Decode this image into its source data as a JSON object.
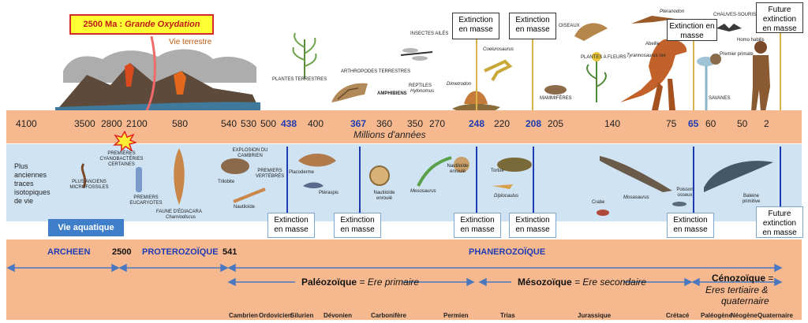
{
  "header": {
    "grande_oxydation_prefix": "2500 Ma : ",
    "grande_oxydation_italic": "Grande Oxydation",
    "vie_terrestre": "Vie terrestre"
  },
  "timeline": {
    "ages": [
      "4100",
      "3500",
      "2800",
      "2100",
      "580",
      "540",
      "530",
      "500",
      "438",
      "400",
      "367",
      "360",
      "350",
      "270",
      "248",
      "220",
      "208",
      "205",
      "140",
      "75",
      "65",
      "60",
      "50",
      "2"
    ],
    "highlighted": [
      "438",
      "367",
      "248",
      "208",
      "65"
    ],
    "unit_label": "Millions d'années"
  },
  "top_extinctions": [
    "Extinction en masse",
    "Extinction en masse",
    "Extinction en masse"
  ],
  "future_extinction_top": "Future extinction en masse",
  "bottom_extinctions": [
    "Extinction en masse",
    "Extinction en masse",
    "Extinction en masse",
    "Extinction en masse",
    "Extinction en masse"
  ],
  "future_extinction_bottom": "Future extinction en masse",
  "aquatic": {
    "oldest_traces": "Plus anciennes traces isotopiques de vie",
    "vie_aquatique": "Vie aquatique"
  },
  "terrestrial_labels": {
    "plantes_terrestres": "PLANTES TERRESTRES",
    "arthropodes": "ARTHROPODES TERRESTRES",
    "amphibiens": "AMPHIBIENS",
    "insectes": "INSECTES AILÉS",
    "reptiles": "REPTILES",
    "hylonomus": "Hylonomus",
    "dimetrodon": "Dimetrodon",
    "coelurosaurus": "Coelurosaurus",
    "mammiferes": "MAMMIFÈRES",
    "oiseaux": "OISEAUX",
    "pteranodon": "Pteranodon",
    "plantes_fleurs": "PLANTES A FLEURS",
    "tyrannosaurus": "Tyrannosaurus rex",
    "abeille": "Abeille",
    "chauves_souris": "CHAUVES-SOURIS",
    "homo": "Homo habilis",
    "primate": "Premier primate",
    "savanes": "SAVANES"
  },
  "aquatic_labels": {
    "microfossiles": "PLUS ANCIENS MICROFOSSILES",
    "cyanobacteries": "PREMIÈRES CYANOBACTÉRIES CERTAINES",
    "eucaryotes": "PREMIERS EUCARYOTES",
    "ediacara": "FAUNE D'ÉDIACARA",
    "charniodiscus": "Charniodiscus",
    "explosion": "EXPLOSION DU CAMBRIEN",
    "vertebres": "PREMIERS VERTÉBRÉS",
    "trilobite": "Trilobite",
    "nautiloide1": "Nautiloïde",
    "placoderme": "Placoderme",
    "pteraspis": "Ptéraspis",
    "nautiloide2": "Nautiloïde enroulé",
    "mesosaurus": "Mesosaurus",
    "nautiloide3": "Nautiloïde enroulé",
    "tortue": "Tortue",
    "diplocaulus": "Diplocaulus",
    "crabe": "Crabe",
    "mosasaure": "Mosasaurus",
    "poisson": "Poisson osseux",
    "baleine": "Baleine primitive"
  },
  "eons": {
    "archeen": "ARCHEEN",
    "n2500": "2500",
    "proterozoique": "PROTEROZOÏQUE",
    "n541": "541",
    "phanerozoique": "PHANEROZOÏQUE"
  },
  "eras": {
    "paleo_bold": "Paléozoïque",
    "paleo_rest": " = Ere primaire",
    "meso_bold": "Mésozoïque",
    "meso_rest": " = Ere secondaire",
    "ceno_bold": "Cénozoïque",
    "ceno_eq": " =",
    "ceno_rest1": "Eres tertiaire &",
    "ceno_rest2": "quaternaire"
  },
  "periods": [
    "Cambrien",
    "Ordovicien",
    "Silurien",
    "Dévonien",
    "Carbonifère",
    "Permien",
    "Trias",
    "Jurassique",
    "Crétacé",
    "Paléogène",
    "Néogène",
    "Quaternaire"
  ],
  "colors": {
    "band": "#f6b98f",
    "water": "#cfe3f3",
    "accent_blue": "#1f3bb3",
    "arrow": "#4a78bf"
  }
}
